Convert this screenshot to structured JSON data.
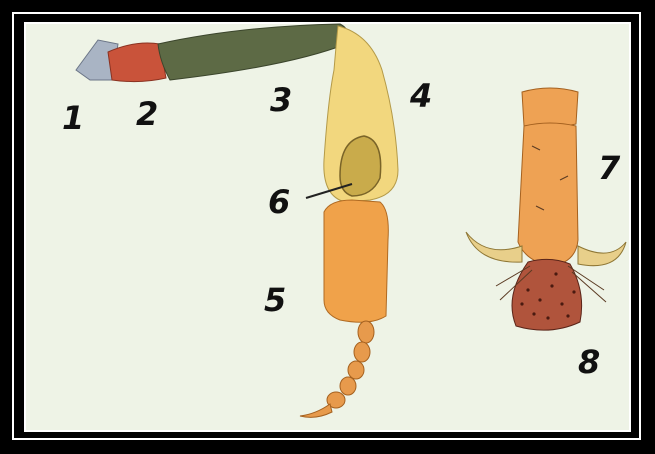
{
  "labels": {
    "l1": "1",
    "l2": "2",
    "l3": "3",
    "l4": "4",
    "l5": "5",
    "l6": "6",
    "l7": "7",
    "l8": "8"
  },
  "colors": {
    "background": "#eef3e6",
    "frame": "#000000",
    "tip": "#a9b4c4",
    "segment2": "#c9533a",
    "segment3": "#5d6a45",
    "segment4": "#f2d77e",
    "segment5": "#f0a24a",
    "segment7": "#eea254",
    "segment8": "#b0543c",
    "spurs": "#e8cf8a"
  }
}
